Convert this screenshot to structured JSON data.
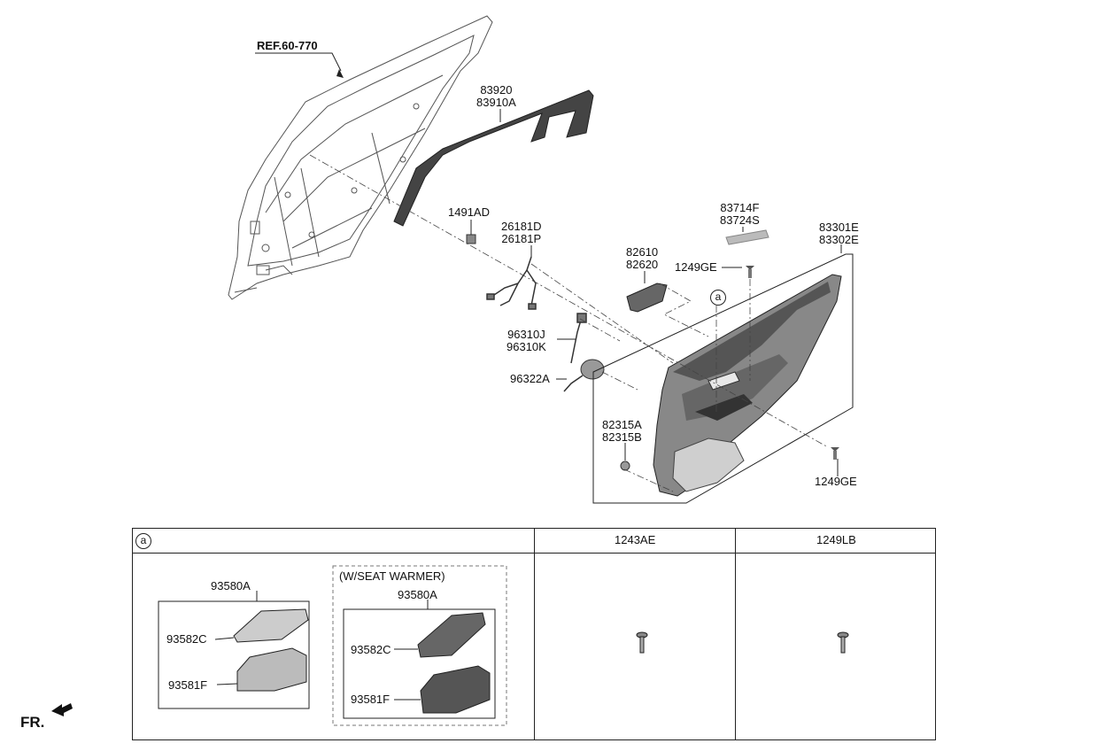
{
  "callouts": {
    "ref": "REF.60-770",
    "weatherstrip": [
      "83920",
      "83910A"
    ],
    "clip_1491": "1491AD",
    "wiring": [
      "26181D",
      "26181P"
    ],
    "handle": [
      "82610",
      "82620"
    ],
    "marker_a": "a",
    "garnish": [
      "83714F",
      "83724S"
    ],
    "screw_top": "1249GE",
    "trim": [
      "83301E",
      "83302E"
    ],
    "sensor": [
      "96310J",
      "96310K"
    ],
    "speaker": "96322A",
    "fastener": [
      "82315A",
      "82315B"
    ],
    "screw_bottom": "1249GE"
  },
  "table": {
    "col1_marker": "a",
    "col2_header": "1243AE",
    "col3_header": "1249LB",
    "std": {
      "assy": "93580A",
      "bezel": "93582C",
      "switch": "93581F"
    },
    "warmer": {
      "title": "(W/SEAT WARMER)",
      "assy": "93580A",
      "bezel": "93582C",
      "switch": "93581F"
    }
  },
  "fr_label": "FR."
}
